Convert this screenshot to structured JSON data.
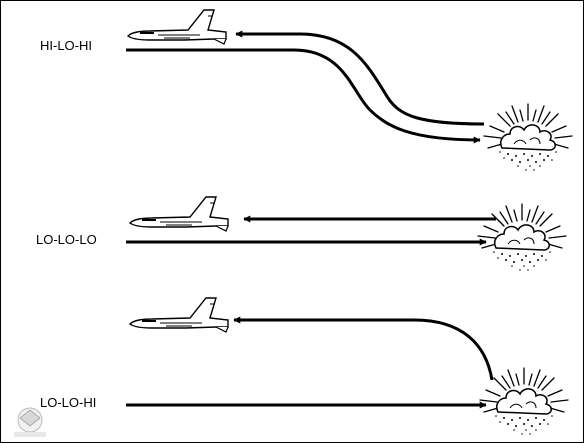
{
  "profiles": [
    {
      "label": "HI-LO-HI"
    },
    {
      "label": "LO-LO-LO"
    },
    {
      "label": "LO-LO-HI"
    }
  ],
  "colors": {
    "ink": "#000000",
    "background": "#ffffff"
  }
}
